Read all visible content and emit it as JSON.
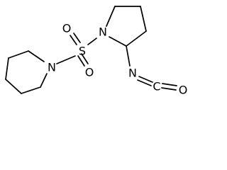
{
  "molecule": {
    "atoms": {
      "n_piperidine": "N",
      "sulfur": "S",
      "o_top": "O",
      "o_bottom": "O",
      "n_pyrrolidine": "N",
      "n_isocyanate": "N",
      "c_isocyanate": "C",
      "o_isocyanate": "O"
    }
  }
}
